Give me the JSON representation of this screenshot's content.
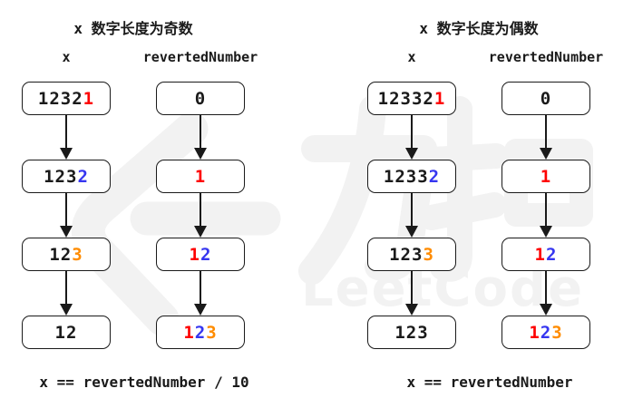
{
  "palette": {
    "ink": "#1a1a1a",
    "red": "#fe0000",
    "blue": "#3636f0",
    "orange": "#ff8c00",
    "watermark": "#f2f2f2",
    "box_bg": "#ffffff"
  },
  "watermark": {
    "logo_icon": "leetcode-bracket-logo",
    "cjk_text": "力扣",
    "latin_text": "LeetCode"
  },
  "panels": [
    {
      "title": "x 数字长度为奇数",
      "footer": "x == revertedNumber / 10",
      "columns": [
        {
          "header": "x",
          "boxes": [
            [
              {
                "t": "1232",
                "c": "ink"
              },
              {
                "t": "1",
                "c": "red"
              }
            ],
            [
              {
                "t": "123",
                "c": "ink"
              },
              {
                "t": "2",
                "c": "blue"
              }
            ],
            [
              {
                "t": "12",
                "c": "ink"
              },
              {
                "t": "3",
                "c": "orange"
              }
            ],
            [
              {
                "t": "12",
                "c": "ink"
              }
            ]
          ]
        },
        {
          "header": "revertedNumber",
          "boxes": [
            [
              {
                "t": "0",
                "c": "ink"
              }
            ],
            [
              {
                "t": "1",
                "c": "red"
              }
            ],
            [
              {
                "t": "1",
                "c": "red"
              },
              {
                "t": "2",
                "c": "blue"
              }
            ],
            [
              {
                "t": "1",
                "c": "red"
              },
              {
                "t": "2",
                "c": "blue"
              },
              {
                "t": "3",
                "c": "orange"
              }
            ]
          ]
        }
      ]
    },
    {
      "title": "x 数字长度为偶数",
      "footer": "x == revertedNumber",
      "columns": [
        {
          "header": "x",
          "boxes": [
            [
              {
                "t": "12332",
                "c": "ink"
              },
              {
                "t": "1",
                "c": "red"
              }
            ],
            [
              {
                "t": "1233",
                "c": "ink"
              },
              {
                "t": "2",
                "c": "blue"
              }
            ],
            [
              {
                "t": "123",
                "c": "ink"
              },
              {
                "t": "3",
                "c": "orange"
              }
            ],
            [
              {
                "t": "123",
                "c": "ink"
              }
            ]
          ]
        },
        {
          "header": "revertedNumber",
          "boxes": [
            [
              {
                "t": "0",
                "c": "ink"
              }
            ],
            [
              {
                "t": "1",
                "c": "red"
              }
            ],
            [
              {
                "t": "1",
                "c": "red"
              },
              {
                "t": "2",
                "c": "blue"
              }
            ],
            [
              {
                "t": "1",
                "c": "red"
              },
              {
                "t": "2",
                "c": "blue"
              },
              {
                "t": "3",
                "c": "orange"
              }
            ]
          ]
        }
      ]
    }
  ]
}
